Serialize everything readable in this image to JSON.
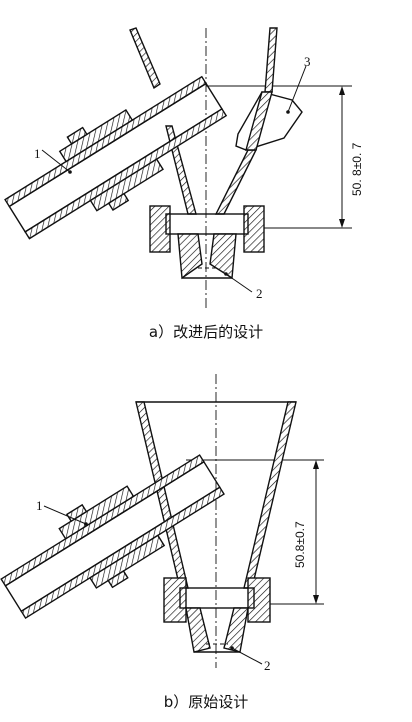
{
  "figure_a": {
    "caption": "a）改进后的设计",
    "dimension": "50. 8±0. 7",
    "labels": {
      "pipe": "1",
      "tip": "2",
      "nozzle": "3"
    }
  },
  "figure_b": {
    "caption": "b）原始设计",
    "dimension": "50.8±0.7",
    "labels": {
      "pipe": "1",
      "tip": "2"
    }
  }
}
